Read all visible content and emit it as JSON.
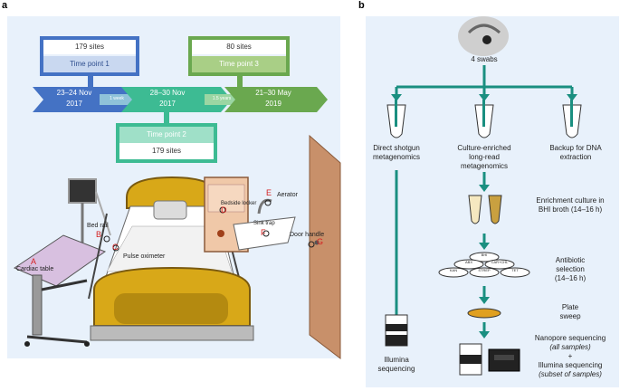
{
  "panel_a": {
    "letter": "a",
    "boxes": [
      {
        "sites": "179 sites",
        "timepoint": "Time point 1"
      },
      {
        "sites": "80 sites",
        "timepoint": "Time point 3"
      },
      {
        "sites": "179 sites",
        "timepoint": "Time point 2"
      }
    ],
    "timeline": [
      {
        "date": "23–24 Nov",
        "year": "2017"
      },
      {
        "date": "28–30 Nov",
        "year": "2017"
      },
      {
        "date": "21–30 May",
        "year": "2019"
      }
    ],
    "gaps": [
      "1 week",
      "1.5 years"
    ],
    "locations": [
      {
        "letter": "A",
        "name": "Cardiac table"
      },
      {
        "letter": "B",
        "name": "Bed rail"
      },
      {
        "letter": "C",
        "name": "Pulse oximeter"
      },
      {
        "letter": "D",
        "name": "Bedside locker"
      },
      {
        "letter": "E",
        "name": "Aerator"
      },
      {
        "letter": "F",
        "name": "Sink trap"
      },
      {
        "letter": "G",
        "name": "Door handle"
      }
    ],
    "colors": {
      "tp1": "#4472c4",
      "tp2": "#3dbb93",
      "tp3": "#6aa84f",
      "bg": "#e8f1fb"
    }
  },
  "panel_b": {
    "letter": "b",
    "swabs": "4 swabs",
    "branches": [
      {
        "line1": "Direct shotgun",
        "line2": "metagenomics",
        "line3": ""
      },
      {
        "line1": "Culture-enriched",
        "line2": "long-read",
        "line3": "metagenomics"
      },
      {
        "line1": "Backup for DNA",
        "line2": "extraction",
        "line3": ""
      }
    ],
    "enrichment": {
      "line1": "Enrichment culture in",
      "line2": "BHI broth (14–16 h)"
    },
    "plates": [
      "BHI",
      "ABX",
      "CAR+CHL",
      "KAN",
      "STREP",
      "TET"
    ],
    "antibiotic": {
      "line1": "Antibiotic",
      "line2": "selection",
      "line3": "(14–16 h)"
    },
    "plate_sweep": {
      "line1": "Plate",
      "line2": "sweep"
    },
    "illumina": {
      "line1": "Illumina",
      "line2": "sequencing"
    },
    "nanopore": {
      "line1": "Nanopore sequencing",
      "line2": "(all samples)",
      "plus": "+",
      "line3": "Illumina sequencing",
      "line4": "(subset of samples)"
    },
    "colors": {
      "arrow": "#1a8f80",
      "bg": "#e8f1fb"
    }
  }
}
